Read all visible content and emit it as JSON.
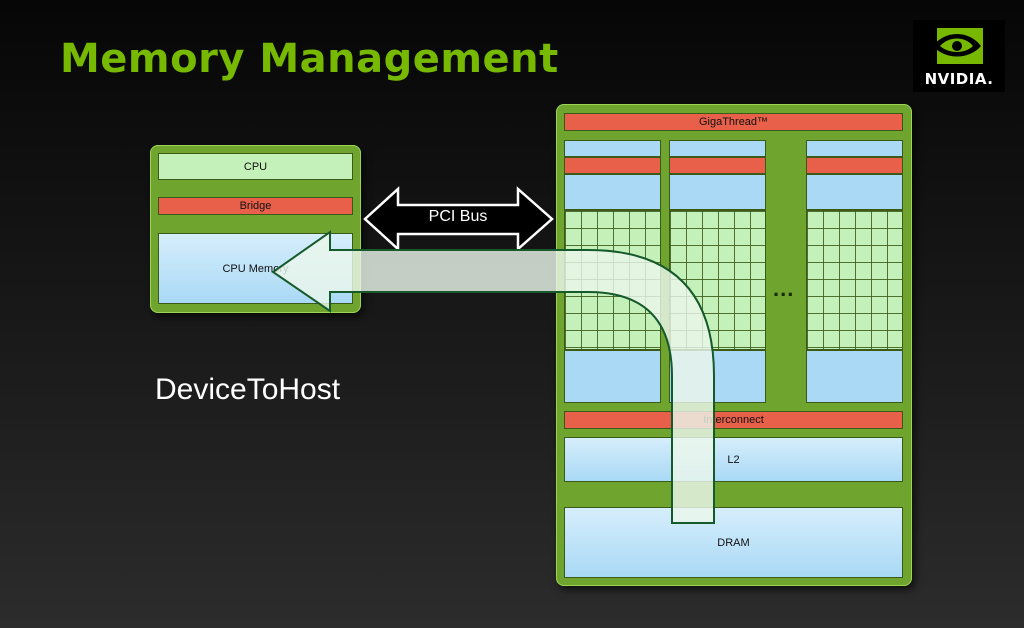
{
  "slide": {
    "title": "Memory Management"
  },
  "logo": {
    "word": "NVIDIA."
  },
  "host": {
    "cpu_label": "CPU",
    "bridge_label": "Bridge",
    "memory_label": "CPU Memory"
  },
  "bus": {
    "label": "PCI Bus"
  },
  "gpu": {
    "gigathread_label": "GigaThread™",
    "ellipsis": "...",
    "interconnect_label": "Interconnect",
    "l2_label": "L2",
    "dram_label": "DRAM"
  },
  "transfer": {
    "direction_label": "DeviceToHost"
  },
  "colors": {
    "accent": "#76b900",
    "panel_green": "#6fa52f",
    "unit_red": "#e8604a",
    "memory_blue": "#a9d9f5",
    "core_green": "#c4f1b9"
  }
}
